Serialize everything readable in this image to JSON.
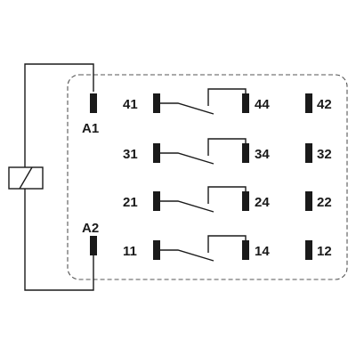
{
  "coil": {
    "terminals": [
      "A1",
      "A2"
    ]
  },
  "contact_groups": [
    {
      "common": "41",
      "normally_open": "44",
      "normally_closed": "42"
    },
    {
      "common": "31",
      "normally_open": "34",
      "normally_closed": "32"
    },
    {
      "common": "21",
      "normally_open": "24",
      "normally_closed": "22"
    },
    {
      "common": "11",
      "normally_open": "14",
      "normally_closed": "12"
    }
  ]
}
